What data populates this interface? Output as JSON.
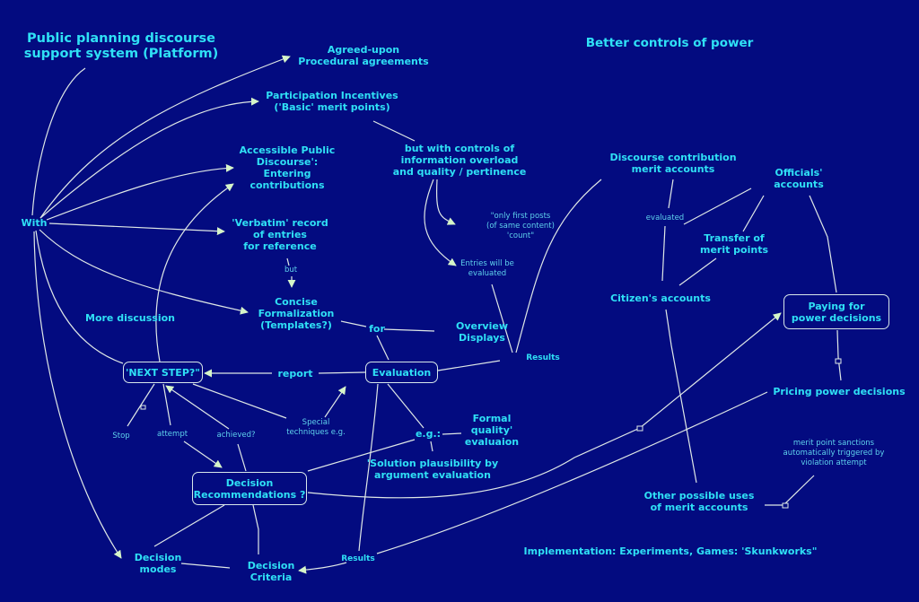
{
  "colors": {
    "background": "#030b80",
    "text": "#2fe0f5",
    "small_text": "#5fd2ec",
    "lines": "#dfe8e6",
    "arrows": "#d6f5c8"
  },
  "title": [
    "Public planning discourse",
    "support system (Platform)"
  ],
  "heading_right": "Better controls of power",
  "nodes": {
    "agreed": [
      "Agreed-upon",
      "Procedural agreements"
    ],
    "participation": [
      "Participation Incentives",
      "('Basic' merit points)"
    ],
    "accessible": [
      "Accessible Public",
      "Discourse':",
      "Entering",
      "contributions"
    ],
    "but_with": [
      "but with  controls of",
      "information overload",
      "and quality / pertinence"
    ],
    "with": "With",
    "verbatim": [
      "'Verbatim' record",
      "of entries",
      "for reference"
    ],
    "but": "but",
    "only_first": [
      "\"only first posts",
      "(of same content)",
      "'count\""
    ],
    "entries_evaluated": [
      "Entries will be",
      "evaluated"
    ],
    "concise": [
      "Concise",
      "Formalization",
      "(Templates?)"
    ],
    "more_discussion": "More discussion",
    "for": "for",
    "overview": [
      "Overview",
      "Displays"
    ],
    "results_top": "Results",
    "next_step": "'NEXT STEP?\"",
    "report": "report",
    "evaluation": "Evaluation",
    "stop": "Stop",
    "attempt": "attempt",
    "achieved": "achieved?",
    "special": [
      "Special",
      "techniques e.g."
    ],
    "eg": "e.g.:",
    "formal": [
      "Formal",
      "quality'",
      "evaluaion"
    ],
    "solution": [
      "'Solution plausibility by",
      "argument evaluation"
    ],
    "decision_rec": [
      "Decision",
      "Recommendations ?"
    ],
    "decision_modes": [
      "Decision",
      "modes"
    ],
    "decision_criteria": [
      "Decision",
      "Criteria"
    ],
    "results_bottom": "Results",
    "discourse_merit": [
      "Discourse contribution",
      "merit accounts"
    ],
    "officials": [
      "Officials'",
      "accounts"
    ],
    "evaluated": "evaluated",
    "transfer": [
      "Transfer of",
      "merit points"
    ],
    "citizens": "Citizen's accounts",
    "paying": [
      "Paying for",
      "power decisions"
    ],
    "pricing": "Pricing power decisions",
    "sanctions": [
      "merit point sanctions",
      "automatically triggered by",
      "violation attempt"
    ],
    "other_uses": [
      "Other possible uses",
      "of merit accounts"
    ],
    "implementation": "Implementation: Experiments, Games: 'Skunkworks\""
  }
}
